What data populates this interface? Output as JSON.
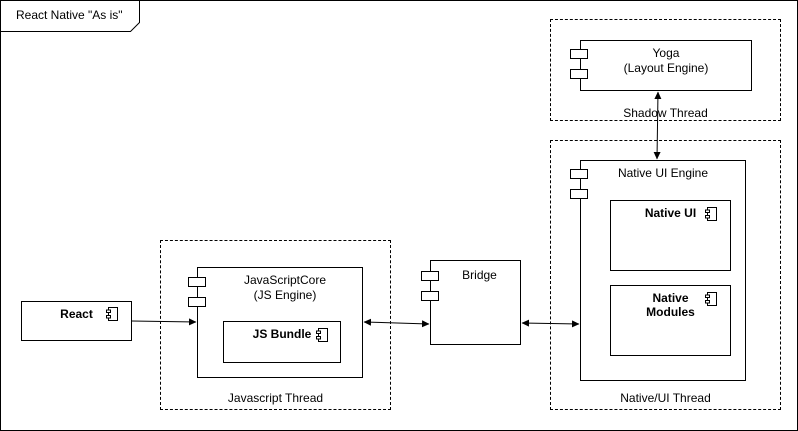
{
  "diagram": {
    "frame_title": "React Native \"As is\"",
    "react": {
      "label": "React"
    },
    "js_thread": {
      "label": "Javascript Thread",
      "engine_title": "JavaScriptCore",
      "engine_subtitle": "(JS Engine)",
      "bundle_label": "JS Bundle"
    },
    "bridge": {
      "label": "Bridge"
    },
    "shadow_thread": {
      "label": "Shadow Thread",
      "yoga_title": "Yoga",
      "yoga_subtitle": "(Layout Engine)"
    },
    "native_thread": {
      "label": "Native/UI Thread",
      "engine_title": "Native UI Engine",
      "native_ui_label": "Native UI",
      "native_modules_line1": "Native",
      "native_modules_line2": "Modules"
    },
    "icons": [
      "uml-component-icon"
    ],
    "colors": {
      "line": "#000000",
      "background": "#ffffff"
    }
  }
}
